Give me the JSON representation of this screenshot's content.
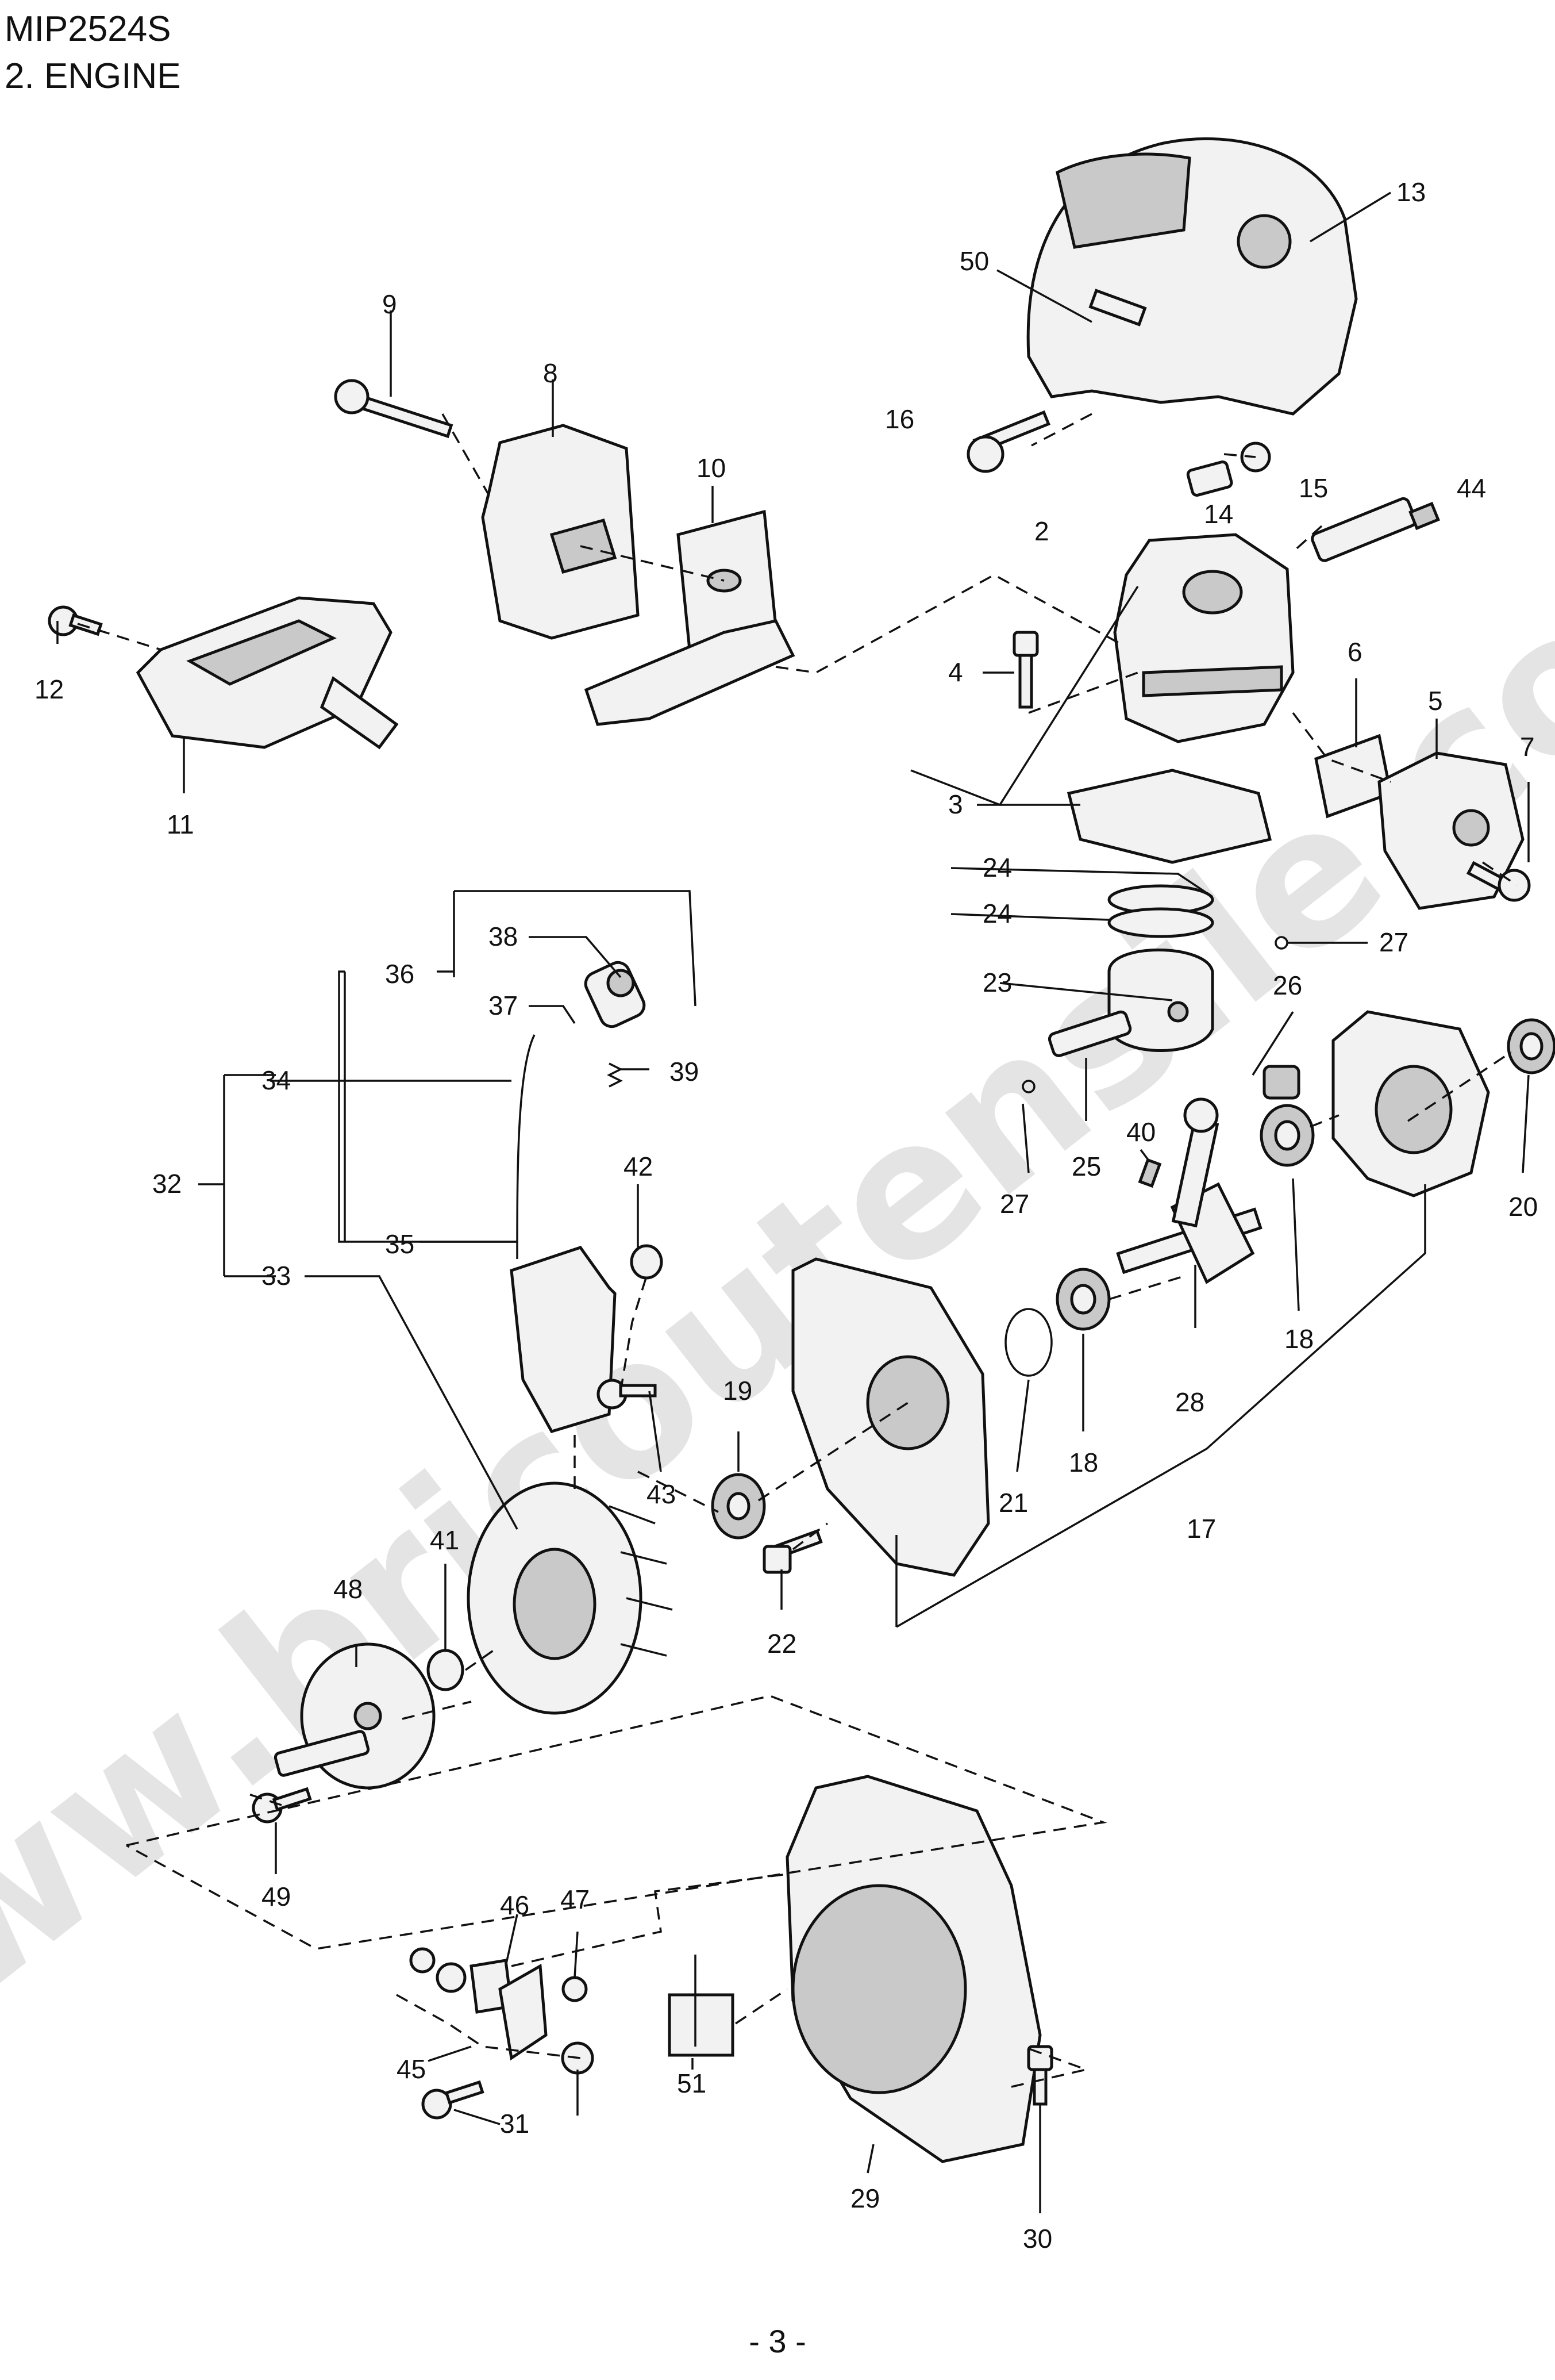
{
  "header": {
    "model": "MIP2524S",
    "section": "2. ENGINE"
  },
  "footer": {
    "page": "- 3 -"
  },
  "watermark": {
    "text": "www.bricoutensile.com",
    "color": "#cfcfcf"
  },
  "diagram": {
    "callouts": {
      "c2": "2",
      "c3": "3",
      "c4": "4",
      "c5": "5",
      "c6": "6",
      "c7": "7",
      "c8": "8",
      "c9": "9",
      "c10": "10",
      "c11": "11",
      "c12": "12",
      "c13": "13",
      "c14": "14",
      "c15": "15",
      "c16": "16",
      "c17": "17",
      "c18a": "18",
      "c18b": "18",
      "c19": "19",
      "c20": "20",
      "c21": "21",
      "c22": "22",
      "c23": "23",
      "c24a": "24",
      "c24b": "24",
      "c25": "25",
      "c26": "26",
      "c27a": "27",
      "c27b": "27",
      "c28": "28",
      "c29": "29",
      "c30": "30",
      "c31": "31",
      "c32": "32",
      "c33": "33",
      "c34": "34",
      "c35": "35",
      "c36": "36",
      "c37": "37",
      "c38": "38",
      "c39": "39",
      "c40": "40",
      "c41": "41",
      "c42": "42",
      "c43": "43",
      "c44": "44",
      "c45": "45",
      "c46": "46",
      "c47": "47",
      "c48": "48",
      "c49": "49",
      "c50": "50",
      "c51": "51"
    }
  }
}
